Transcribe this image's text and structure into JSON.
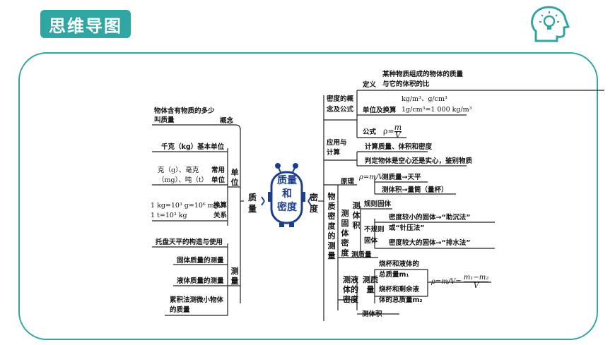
{
  "badge": "思维导图",
  "center": [
    "质量",
    "和",
    "密度"
  ],
  "left": {
    "branch": "质量",
    "concept": {
      "label": "概念",
      "text1": "物体含有物质的多少",
      "text2": "叫质量"
    },
    "unit": {
      "label": "单位",
      "base": "千克（kg）基本单位",
      "common1": "克（g）、毫克",
      "common2": "（mg）、吨（t）",
      "common_label1": "常用",
      "common_label2": "单位",
      "conv1": "1 kg=10³ g=10⁶ mg，",
      "conv2": "1 t=10³ kg",
      "conv_label1": "换算",
      "conv_label2": "关系"
    },
    "measure": {
      "label": "测量",
      "items": [
        "托盘天平的构造与使用",
        "固体质量的测量",
        "液体质量的测量",
        "累积法测微小物体",
        "的质量"
      ]
    }
  },
  "right": {
    "branch": "密度",
    "concept": {
      "label1": "密度的概",
      "label2": "念及公式",
      "def_label": "定义",
      "def1": "某种物质组成的物体的质量",
      "def2": "与它的体积的比",
      "unit_label": "单位及换算",
      "unit1": "kg/m³、g/cm³",
      "unit2": "1g/cm³=1 000 kg/m³",
      "formula_label": "公式",
      "formula": "ρ=m/V",
      "rho": "ρ",
      "eq": "=",
      "m": "m",
      "V": "V"
    },
    "app": {
      "label1": "应用与",
      "label2": "计算",
      "item1": "计算质量、体积和密度",
      "item2": "判定物体是空心还是实心，鉴别物质"
    },
    "measure": {
      "label": "物质密度的测量",
      "principle": "原理",
      "p_mass": "测质量→天平",
      "p_vol": "测体积→量筒（量杯）",
      "solid": "测固体密度",
      "solid_vol": "测体积",
      "regular": "规则固体",
      "irregular1": "不规则",
      "irregular2": "固体",
      "sink": "密度较小的固体→“助沉法”",
      "press": "或“针压法”",
      "drain": "密度较大的固体→“排水法”",
      "solid_mass": "测质量",
      "liquid": "测液体的密度",
      "liq_mass": "测质量",
      "m1a": "烧杯和液体的",
      "m1b": "总质量m₁",
      "m2a": "烧杯和剩余液",
      "m2b": "体的总质量m₂",
      "liq_vol": "测体积",
      "formula_left": "ρ=m/V=",
      "formula_num": "m₁−m₂",
      "formula_den": "V"
    }
  }
}
